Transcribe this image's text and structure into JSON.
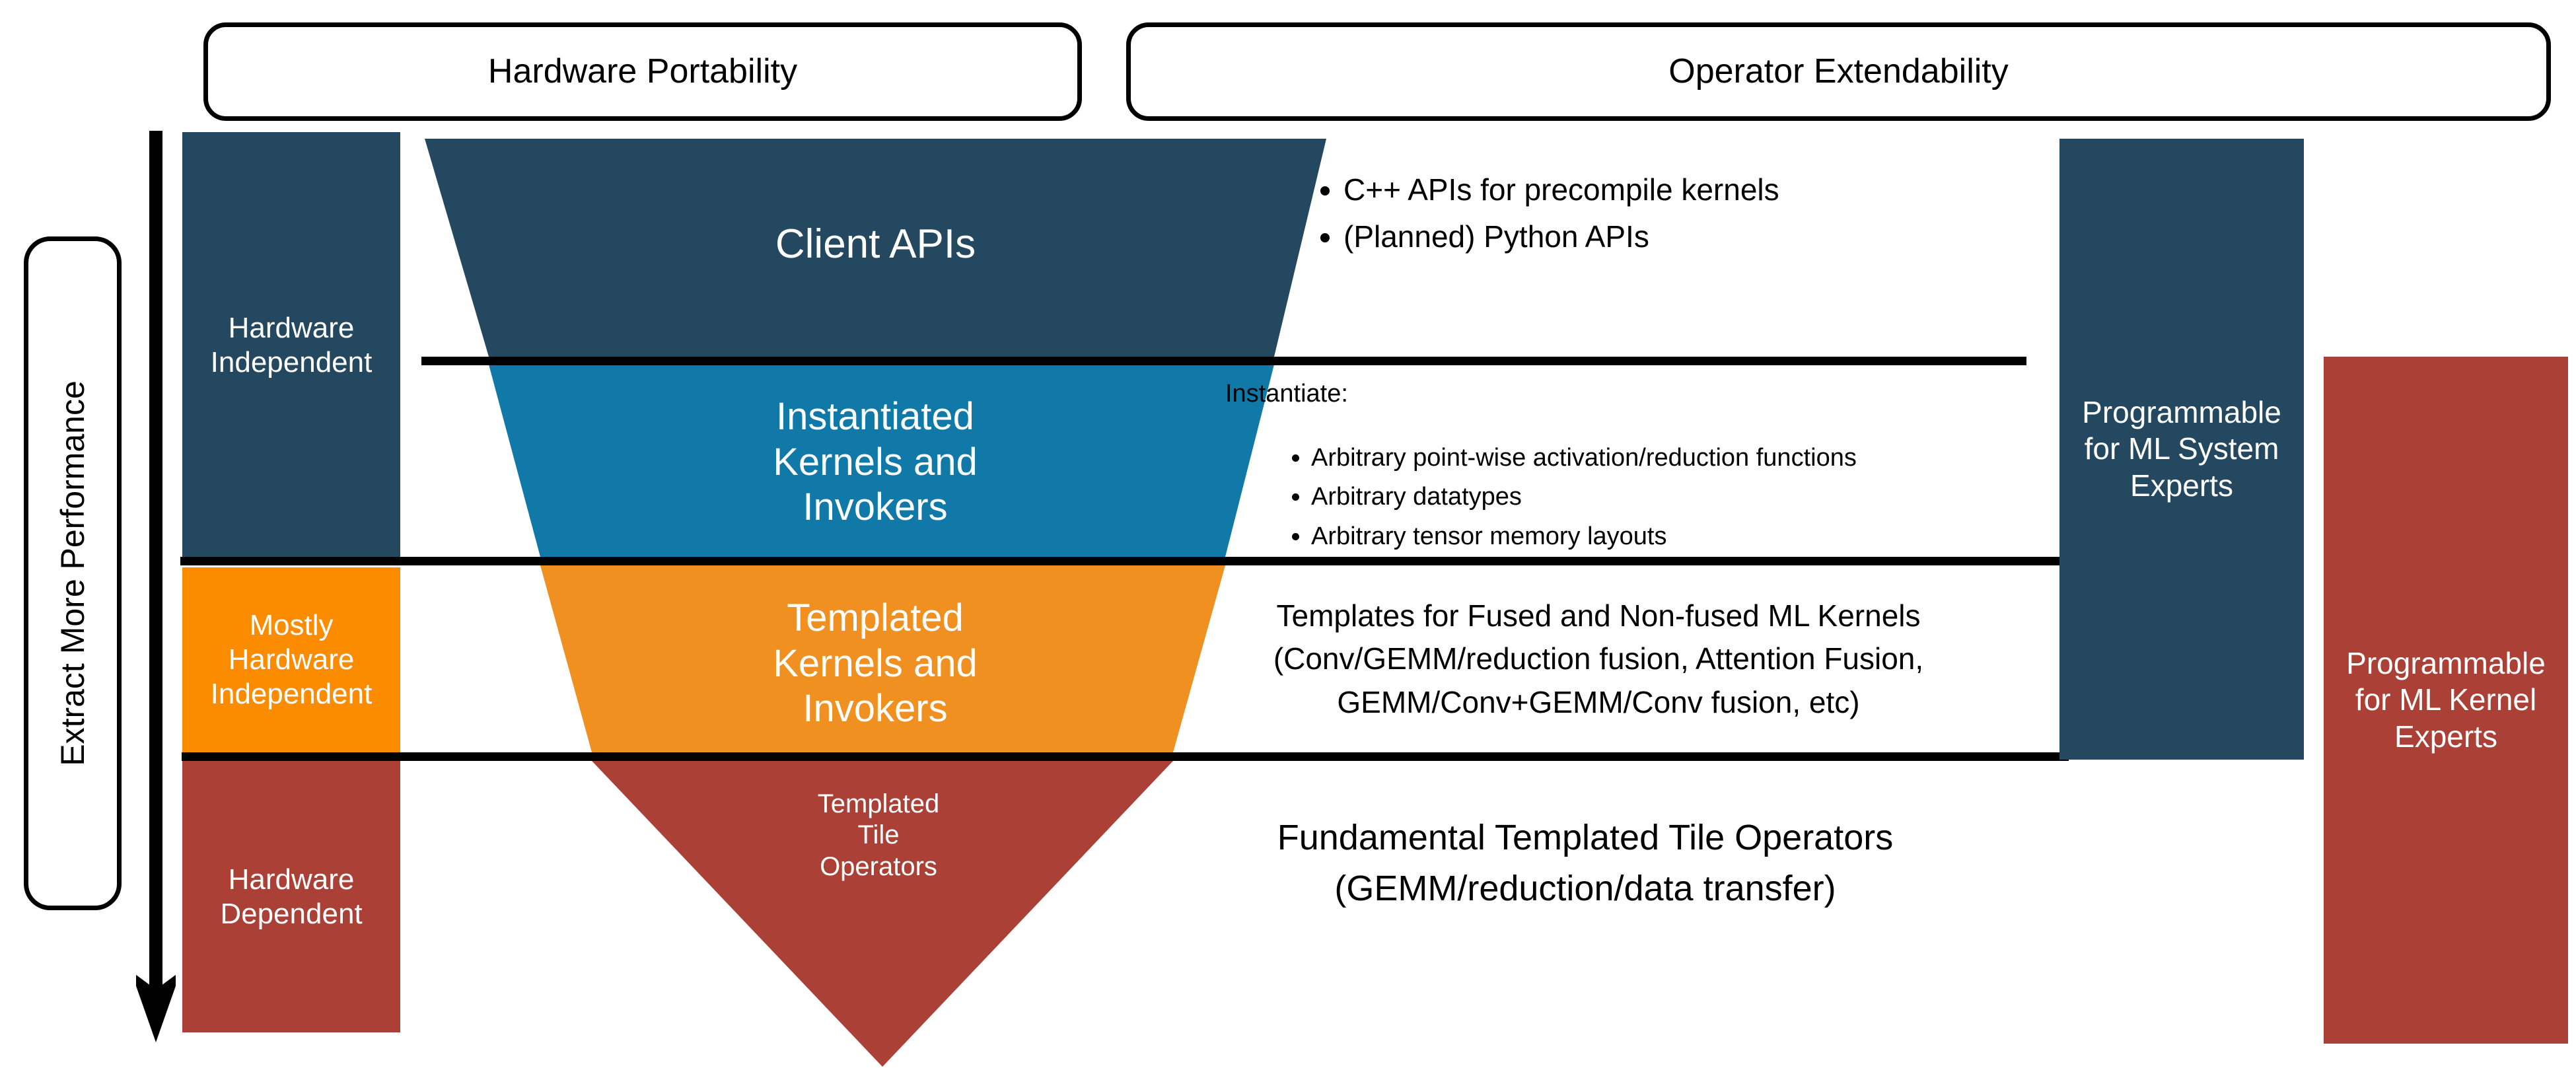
{
  "headers": [
    {
      "label": "Hardware Portability"
    },
    {
      "label": "Operator Extendability"
    }
  ],
  "axis": {
    "label": "Extract More Performance",
    "arrow_icon": "arrow-down-icon",
    "direction": "down"
  },
  "hardware_levels": [
    {
      "label": "Hardware\nIndependent",
      "color": "#24485f"
    },
    {
      "label": "Mostly\nHardware\nIndependent",
      "color": "#fb8c00"
    },
    {
      "label": "Hardware\nDependent",
      "color": "#ab4037"
    }
  ],
  "funnel": {
    "shape": "inverted-trapezoid-stack",
    "layers": [
      {
        "label": "Client APIs",
        "color": "#24485f"
      },
      {
        "label": "Instantiated\nKernels and\nInvokers",
        "color": "#1179a8"
      },
      {
        "label": "Templated\nKernels and\nInvokers",
        "color": "#ef9020"
      },
      {
        "label": "Templated\nTile\nOperators",
        "color": "#ab4037"
      }
    ]
  },
  "descriptions": [
    {
      "lead": "",
      "bullets": [
        "C++ APIs for precompile kernels",
        "(Planned) Python APIs"
      ]
    },
    {
      "lead": "Instantiate:",
      "bullets": [
        "Arbitrary point-wise activation/reduction functions",
        "Arbitrary datatypes",
        "Arbitrary tensor memory layouts"
      ]
    },
    {
      "lines": [
        "Templates for Fused and Non-fused ML Kernels",
        "(Conv/GEMM/reduction fusion, Attention Fusion,",
        "GEMM/Conv+GEMM/Conv fusion, etc)"
      ]
    },
    {
      "lines": [
        "Fundamental Templated Tile Operators",
        "(GEMM/reduction/data transfer)"
      ]
    }
  ],
  "audiences": [
    {
      "label": "Programmable\nfor ML System\nExperts",
      "color": "#24485f"
    },
    {
      "label": "Programmable\nfor ML Kernel\nExperts",
      "color": "#ab4037"
    }
  ],
  "colors": {
    "dark_blue": "#24485f",
    "mid_blue": "#1179a8",
    "orange_bar": "#fb8c00",
    "orange_funnel": "#ef9020",
    "red": "#ab4037",
    "rule": "#000000",
    "background": "#ffffff"
  }
}
